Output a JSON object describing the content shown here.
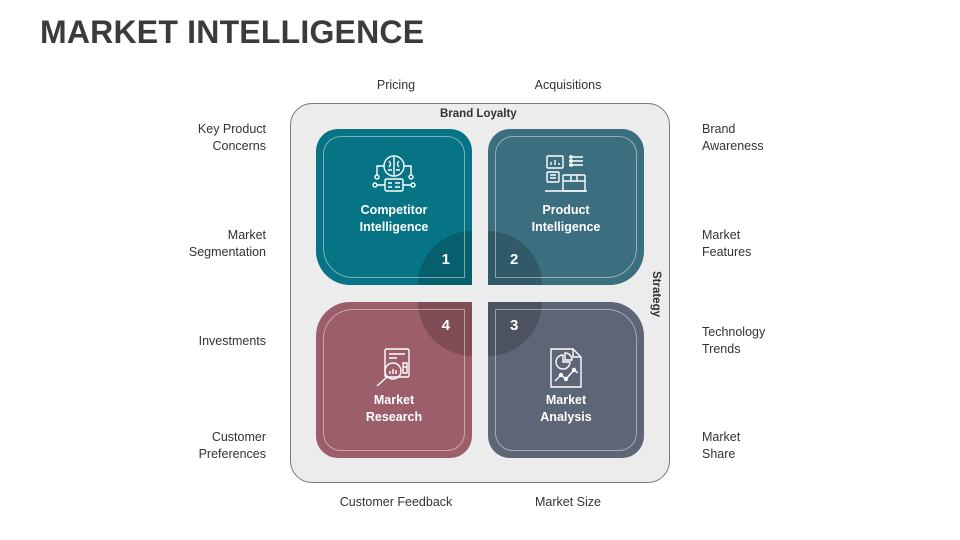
{
  "title": "MARKET INTELLIGENCE",
  "frame": {
    "top_label": "Brand Loyalty",
    "right_label": "Strategy"
  },
  "top_labels": [
    "Pricing",
    "Acquisitions"
  ],
  "bottom_labels": [
    "Customer Feedback",
    "Market Size"
  ],
  "left_labels": [
    "Key Product\nConcerns",
    "Market\nSegmentation",
    "Investments",
    "Customer\nPreferences"
  ],
  "right_labels": [
    "Brand\nAwareness",
    "Market\nFeatures",
    "Technology\nTrends",
    "Market\nShare"
  ],
  "tiles": [
    {
      "number": "1",
      "name": "Competitor\nIntelligence",
      "icon": "brain-circuit-icon",
      "color": "#077485"
    },
    {
      "number": "2",
      "name": "Product\nIntelligence",
      "icon": "product-dashboard-icon",
      "color": "#3b6e7f"
    },
    {
      "number": "3",
      "name": "Market\nAnalysis",
      "icon": "report-chart-icon",
      "color": "#5e6576"
    },
    {
      "number": "4",
      "name": "Market\nResearch",
      "icon": "magnifier-report-icon",
      "color": "#9d5e6b"
    }
  ]
}
